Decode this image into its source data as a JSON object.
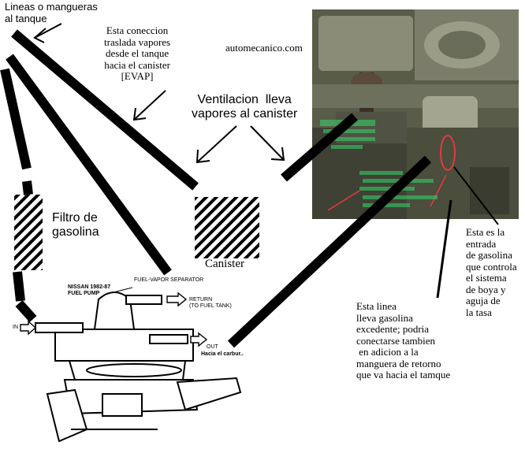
{
  "labels": {
    "lines_to_tank": "Lineas o mangueras\nal tanque",
    "connection_note": "Esta coneccion\ntraslada vapores\ndesde el tanque\nhacia el canister\n[EVAP]",
    "site": "automecanico.com",
    "ventilation_note": "Ventilacion  lleva\nvapores al canister",
    "fuel_filter": "Filtro de\ngasolina",
    "canister": "Canister",
    "entry_note": "Esta es la\nentrada\nde gasolina\nque controla\nel sistema\nde boya y\naguja de\nla tasa",
    "excess_line_note": "Esta linea\nlleva gasolina\nexcedente; podria\nconectarse tambien\n en adicion a la\nmanguera de retorno\nque va hacia el tamque"
  },
  "pump": {
    "title": "NISSAN 1982-87\nFUEL PUMP",
    "separator": "FUEL-VAPOR SEPARATOR",
    "return": "RETURN\n(TO FUEL TANK)",
    "in": "IN",
    "out": "OUT",
    "toward_carb": "Hacia el carbur.."
  },
  "colors": {
    "ink": "#000000",
    "photo_bg": "#5d5f4c",
    "highlight": "#e23b3b",
    "photo_text": "#33d96a"
  }
}
